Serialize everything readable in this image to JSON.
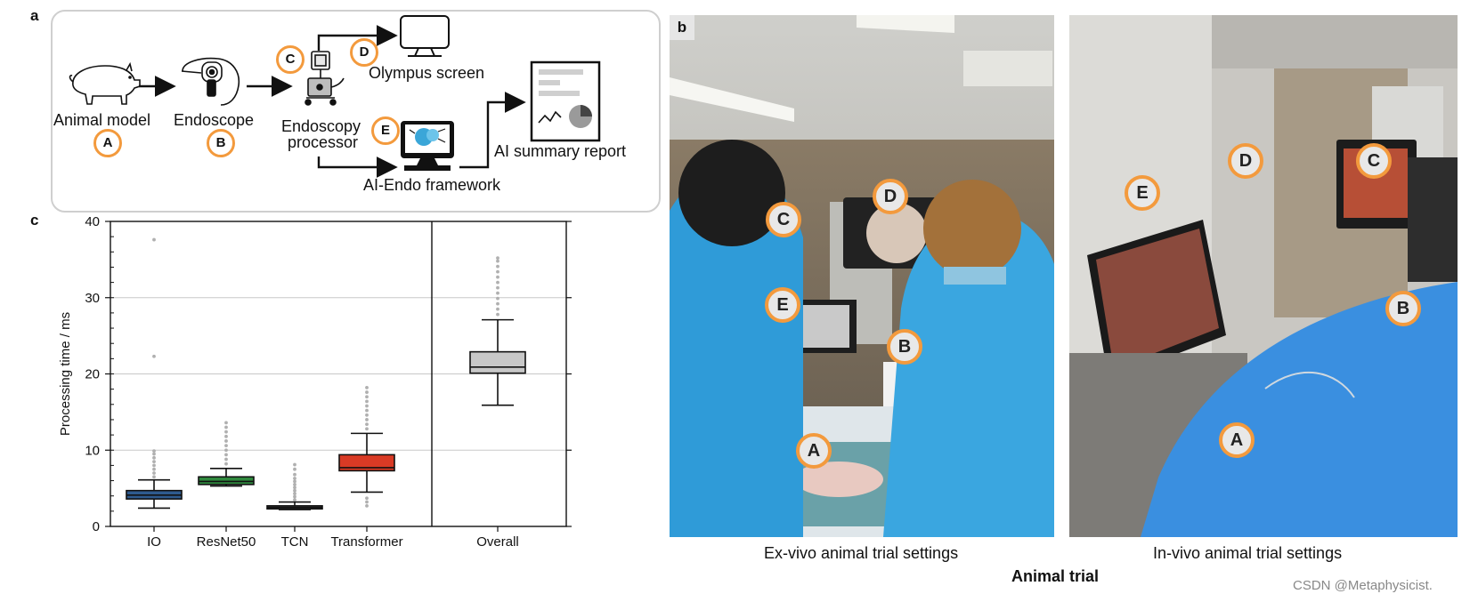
{
  "panels": {
    "a": "a",
    "b": "b",
    "c": "c"
  },
  "flowchart": {
    "animal_model": "Animal model",
    "endoscope": "Endoscope",
    "endoscopy_processor_line1": "Endoscopy",
    "endoscopy_processor_line2": "processor",
    "olympus_screen": "Olympus screen",
    "ai_endo_framework": "AI-Endo framework",
    "ai_summary_report": "AI summary report",
    "marker_a": "A",
    "marker_b": "B",
    "marker_c": "C",
    "marker_d": "D",
    "marker_e": "E"
  },
  "photos": {
    "ex_vivo_caption": "Ex-vivo animal trial settings",
    "in_vivo_caption": "In-vivo animal trial settings",
    "section_title": "Animal trial",
    "ex_vivo_markers": [
      "A",
      "B",
      "C",
      "D",
      "E"
    ],
    "in_vivo_markers": [
      "A",
      "B",
      "C",
      "D",
      "E"
    ],
    "marker_color": "#f39a3d"
  },
  "watermark": "CSDN @Metaphysicist.",
  "chart_data": {
    "type": "box",
    "ylabel": "Processing time / ms",
    "xlabel": "",
    "ylim": [
      0,
      40
    ],
    "yticks": [
      0,
      10,
      20,
      30,
      40
    ],
    "grid": "horizontal",
    "categories": [
      "IO",
      "ResNet50",
      "TCN",
      "Transformer",
      "Overall"
    ],
    "series": [
      {
        "category": "IO",
        "color": "#2e5a8e",
        "whisker_low": 2.4,
        "q1": 3.6,
        "median": 4.1,
        "q3": 4.7,
        "whisker_high": 6.1,
        "outliers": [
          6.5,
          7.0,
          7.5,
          8.0,
          8.5,
          9.0,
          9.5,
          9.9,
          22.3,
          37.6
        ]
      },
      {
        "category": "ResNet50",
        "color": "#2f8a3e",
        "whisker_low": 5.3,
        "q1": 5.5,
        "median": 5.9,
        "q3": 6.5,
        "whisker_high": 7.6,
        "outliers": [
          8.2,
          8.8,
          9.4,
          10.0,
          10.6,
          11.2,
          11.8,
          12.4,
          13.0,
          13.6
        ]
      },
      {
        "category": "TCN",
        "color": "#5a5a5a",
        "whisker_low": 2.2,
        "q1": 2.3,
        "median": 2.5,
        "q3": 2.7,
        "whisker_high": 3.2,
        "outliers": [
          3.5,
          3.9,
          4.3,
          4.7,
          5.1,
          5.5,
          5.9,
          6.3,
          6.8,
          7.5,
          8.1
        ]
      },
      {
        "category": "Transformer",
        "color": "#d93a25",
        "whisker_low": 4.5,
        "q1": 7.3,
        "median": 7.7,
        "q3": 9.4,
        "whisker_high": 12.2,
        "outliers": [
          2.7,
          3.2,
          3.7,
          12.8,
          13.4,
          14.0,
          14.6,
          15.2,
          15.8,
          16.4,
          17.0,
          17.6,
          18.2
        ]
      },
      {
        "category": "Overall",
        "color": "#c8c8c8",
        "whisker_low": 15.9,
        "q1": 20.1,
        "median": 20.9,
        "q3": 22.9,
        "whisker_high": 27.1,
        "outliers": [
          27.8,
          28.5,
          29.2,
          29.9,
          30.6,
          31.3,
          32.0,
          32.7,
          33.4,
          34.1,
          34.8,
          35.2
        ]
      }
    ]
  }
}
